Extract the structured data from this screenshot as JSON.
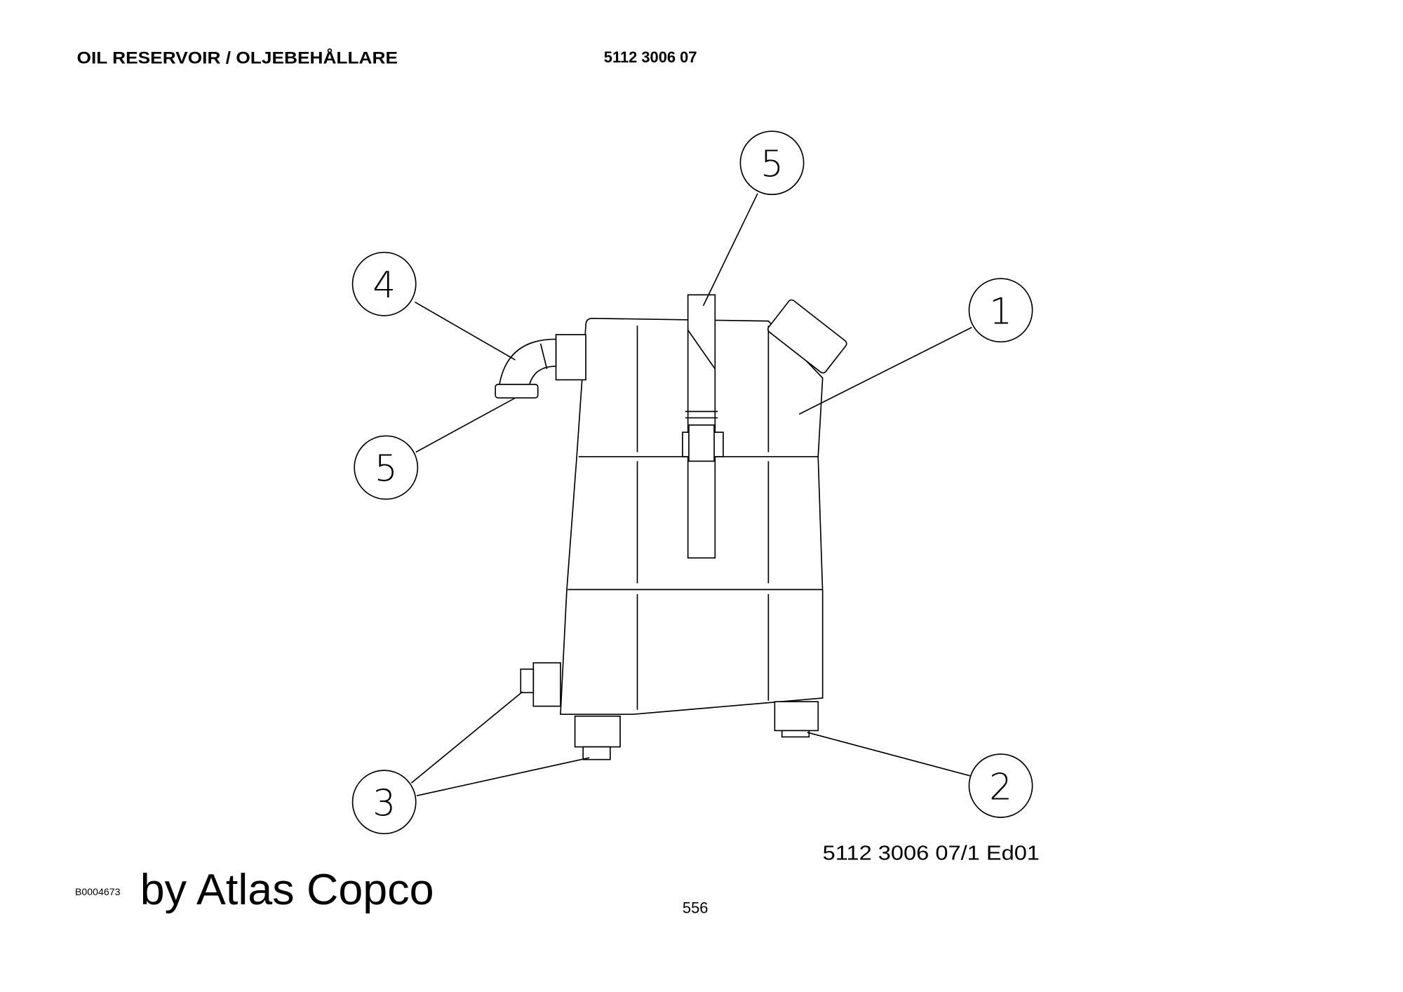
{
  "header": {
    "title": "OIL RESERVOIR / OLJEBEHÅLLARE",
    "part_number": "5112 3006 07"
  },
  "drawing": {
    "callouts": [
      "5",
      "4",
      "1",
      "5",
      "3",
      "2"
    ],
    "drawing_reference": "5112 3006 07/1  Ed01"
  },
  "footer": {
    "image_code": "B0004673",
    "credit": "by Atlas Copco",
    "page_number": "556"
  }
}
